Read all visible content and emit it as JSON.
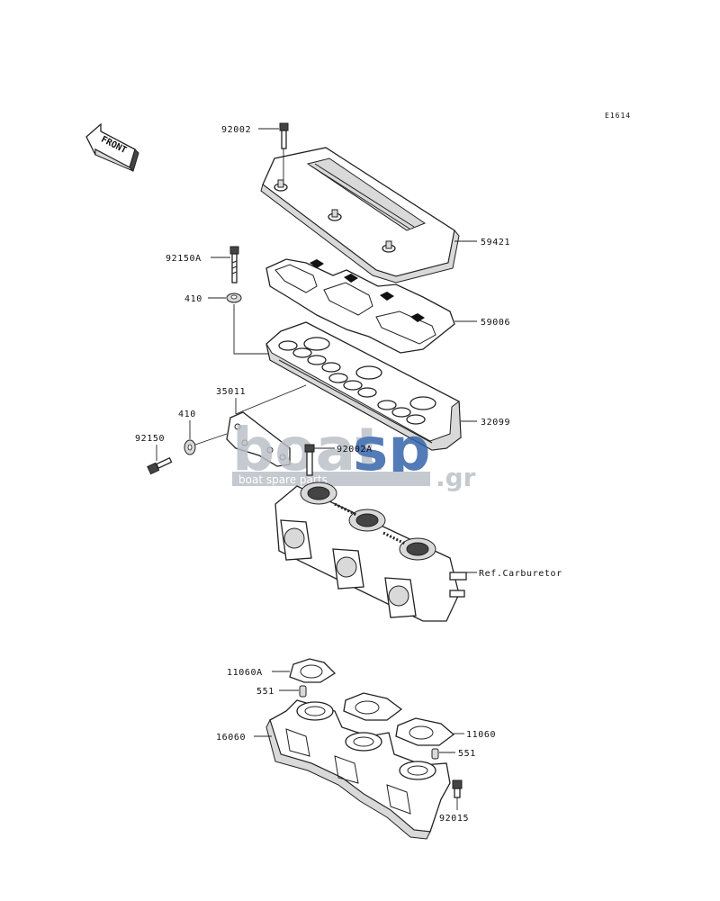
{
  "diagram_code": "E1614",
  "front_label": "FRONT",
  "watermark": {
    "brand_part1": "boat",
    "brand_part2": "sp",
    "suffix": ".gr",
    "tagline": "boat spare parts"
  },
  "labels": {
    "l92002": "92002",
    "l59421": "59421",
    "l92150A": "92150A",
    "l410_top": "410",
    "l59006": "59006",
    "l35011": "35011",
    "l410_mid": "410",
    "l92150": "92150",
    "l32099": "32099",
    "l92002A": "92002A",
    "lRefCarb": "Ref.Carburetor",
    "l11060A": "11060A",
    "l551_a": "551",
    "l16060": "16060",
    "l11060": "11060",
    "l551_b": "551",
    "l92015": "92015"
  }
}
